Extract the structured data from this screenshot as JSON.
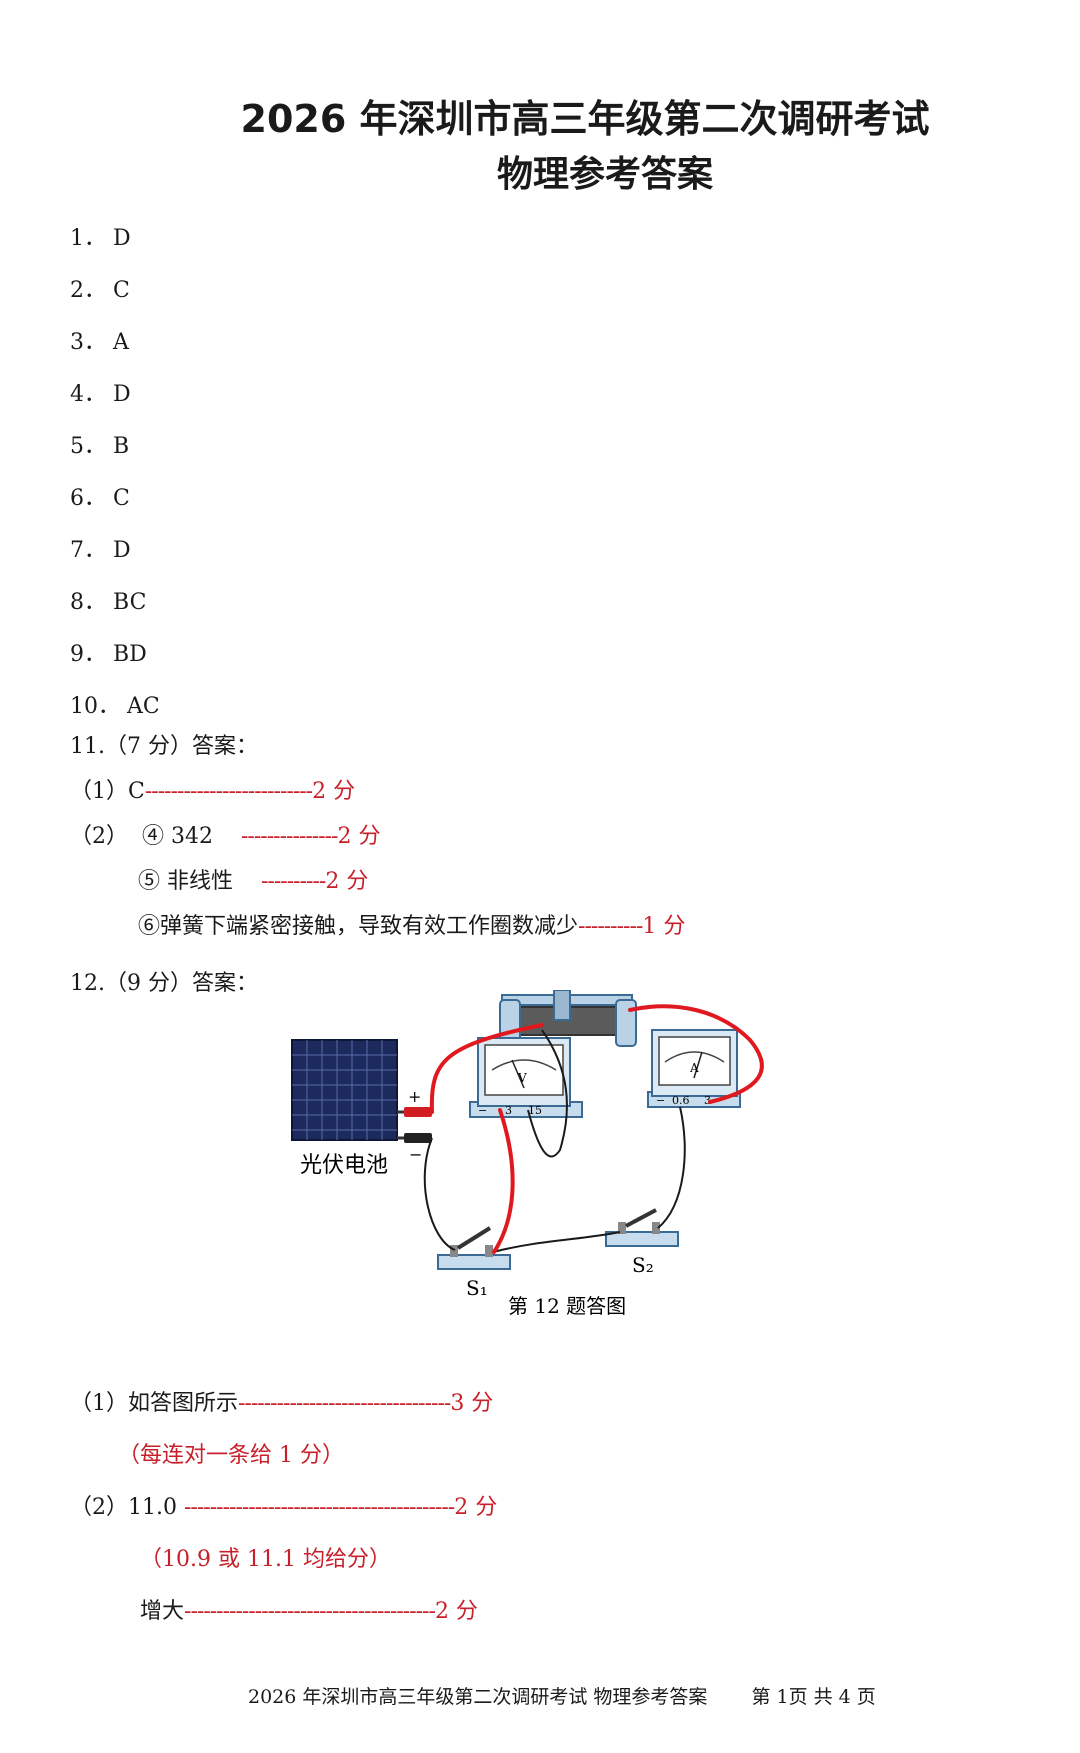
{
  "header": {
    "title": "2026 年深圳市高三年级第二次调研考试",
    "subtitle": "物理参考答案"
  },
  "mc_answers": [
    {
      "num": "1．",
      "ans": "D"
    },
    {
      "num": "2．",
      "ans": "C"
    },
    {
      "num": "3．",
      "ans": "A"
    },
    {
      "num": "4．",
      "ans": "D"
    },
    {
      "num": "5．",
      "ans": "B"
    },
    {
      "num": "6．",
      "ans": "C"
    },
    {
      "num": "7．",
      "ans": "D"
    },
    {
      "num": "8．",
      "ans": "BC"
    },
    {
      "num": "9．",
      "ans": "BD"
    },
    {
      "num": "10．",
      "ans": "AC"
    }
  ],
  "q11": {
    "heading": "11.（7 分）答案：",
    "p1_label": "（1）C",
    "p1_dash": "--------------------------",
    "p1_score": "2 分",
    "p2_label": "（2）",
    "p2a_text": "④ 342",
    "p2a_dash": "---------------",
    "p2a_score": "2 分",
    "p2b_text": "⑤  非线性",
    "p2b_dash": "----------",
    "p2b_score": "2 分",
    "p2c_text": "⑥弹簧下端紧密接触，导致有效工作圈数减少",
    "p2c_dash": "----------",
    "p2c_score": "1 分"
  },
  "q12": {
    "heading": "12.（9 分）答案：",
    "figure": {
      "solar_label": "光伏电池",
      "plus": "+",
      "minus": "−",
      "s1": "S₁",
      "s2": "S₂",
      "caption": "第 12 题答图",
      "voltmeter": {
        "symbol": "V",
        "term_minus": "−",
        "term_3": "3",
        "term_15": "15"
      },
      "ammeter": {
        "symbol": "A",
        "term_minus": "−",
        "term_06": "0.6",
        "term_3": "3"
      }
    },
    "p1_text": "（1）如答图所示",
    "p1_dash": "---------------------------------",
    "p1_score": "3 分",
    "p1_note": "（每连对一条给 1 分）",
    "p2_text": "（2）11.0 ",
    "p2_dash": "------------------------------------------",
    "p2_score": "2 分",
    "p2_note": "（10.9 或 11.1 均给分）",
    "p3_text": "增大",
    "p3_dash": "---------------------------------------",
    "p3_score": "2 分"
  },
  "footer": {
    "text": "2026 年深圳市高三年级第二次调研考试   物理参考答案",
    "page": "第 1页  共 4 页"
  },
  "colors": {
    "wire_red": "#e0191f",
    "score_red": "#c8202a",
    "panel_blue": "#c7dcec",
    "solar_blue": "#1c2a5e"
  }
}
